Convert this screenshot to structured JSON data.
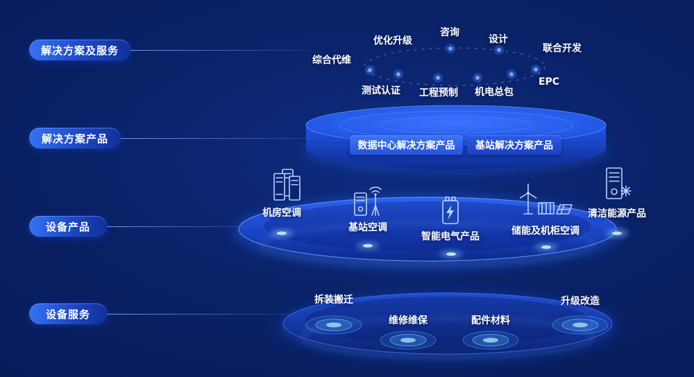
{
  "diagram": {
    "theme": {
      "background": "#0a2166",
      "accent": "#3673f4",
      "dot": "#6ea3ff",
      "icon_stroke": "#bcd2ff"
    },
    "categories": [
      {
        "id": "solutions-and-services",
        "label": "解决方案及服务"
      },
      {
        "id": "solution-products",
        "label": "解决方案产品"
      },
      {
        "id": "equipment-products",
        "label": "设备产品"
      },
      {
        "id": "equipment-services",
        "label": "设备服务"
      }
    ],
    "ring_services": {
      "items": [
        {
          "label": "优化升级"
        },
        {
          "label": "咨询"
        },
        {
          "label": "设计"
        },
        {
          "label": "联合开发"
        },
        {
          "label": "综合代维"
        },
        {
          "label": "测试认证"
        },
        {
          "label": "工程预制"
        },
        {
          "label": "机电总包"
        },
        {
          "label": "EPC"
        }
      ]
    },
    "solution_products": {
      "items": [
        {
          "label": "数据中心解决方案产品"
        },
        {
          "label": "基站解决方案产品"
        }
      ]
    },
    "equipment_products": {
      "items": [
        {
          "label": "机房空调",
          "icon": "server-rack-icon"
        },
        {
          "label": "基站空调",
          "icon": "base-station-icon"
        },
        {
          "label": "智能电气产品",
          "icon": "battery-icon"
        },
        {
          "label": "储能及机柜空调",
          "icon": "wind-solar-icon"
        },
        {
          "label": "清洁能源产品",
          "icon": "cooling-cabinet-icon"
        }
      ]
    },
    "equipment_services": {
      "items": [
        {
          "label": "拆装搬迁"
        },
        {
          "label": "维修维保"
        },
        {
          "label": "配件材料"
        },
        {
          "label": "升级改造"
        }
      ]
    }
  }
}
